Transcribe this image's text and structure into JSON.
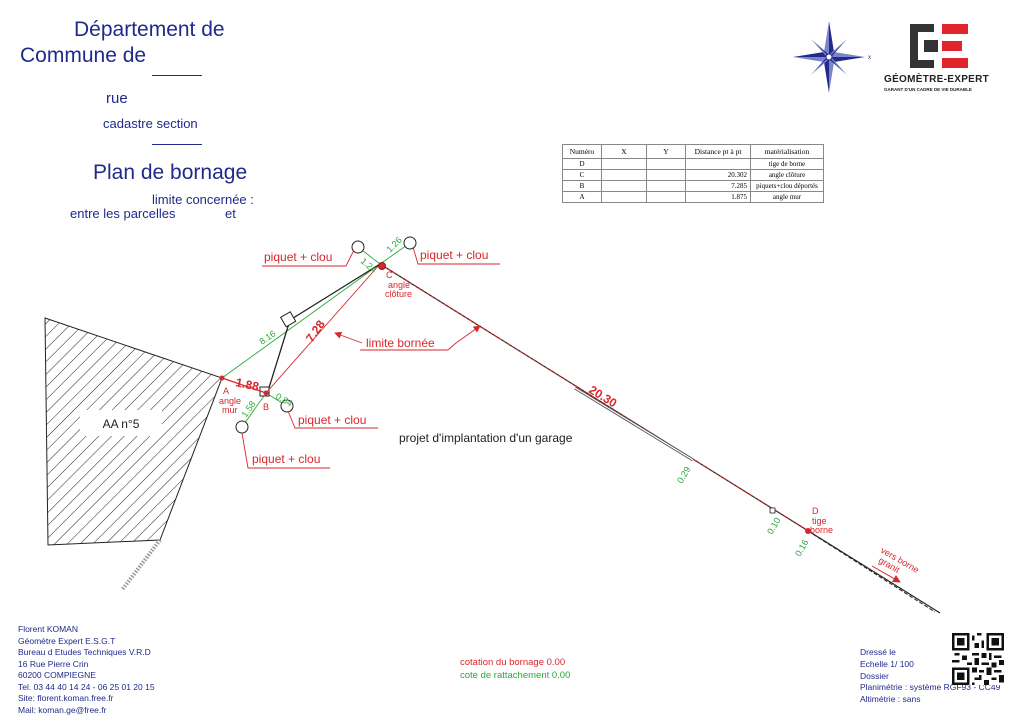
{
  "header": {
    "departement": "Département de",
    "commune": "Commune de",
    "rue": "rue",
    "cadastre": "cadastre section",
    "title": "Plan de bornage",
    "limite": "limite concernée :",
    "parcelles": "entre les parcelles",
    "et": "et"
  },
  "logo": {
    "name": "GÉOMÈTRE-EXPERT",
    "tagline": "GARANT D'UN CADRE DE VIE DURABLE"
  },
  "table": {
    "headers": [
      "Numéro",
      "X",
      "Y",
      "Distance pt à pt",
      "matérialisation"
    ],
    "rows": [
      {
        "num": "D",
        "x": "",
        "y": "",
        "dist": "",
        "mat": "tige de borne"
      },
      {
        "num": "C",
        "x": "",
        "y": "",
        "dist": "20.302",
        "mat": "angle clôture"
      },
      {
        "num": "B",
        "x": "",
        "y": "",
        "dist": "7.285",
        "mat": "piquets+clou déportés"
      },
      {
        "num": "A",
        "x": "",
        "y": "",
        "dist": "1.875",
        "mat": "angle mur"
      }
    ]
  },
  "plan": {
    "parcel": "AA n°5",
    "project": "projet d'implantation d'un garage",
    "limit_label": "limite bornée",
    "piquet_clou": "piquet + clou",
    "point_a": "A",
    "point_a_desc1": "angle",
    "point_a_desc2": "mur",
    "point_b": "B",
    "point_c": "C",
    "point_c_desc1": "angle",
    "point_c_desc2": "clôture",
    "point_d": "D",
    "point_d_desc1": "tige",
    "point_d_desc2": "borne",
    "vers_borne_1": "vers borne",
    "vers_borne_2": "granit",
    "dim_ab": "1.88",
    "dim_bc": "7.28",
    "dim_cd": "20.30",
    "g_816": "8.16",
    "g_124": "1.24",
    "g_126": "1.26",
    "g_084": "0.84",
    "g_158": "1.58",
    "g_029": "0.29",
    "g_010": "0.10",
    "g_016": "0.16"
  },
  "footer": {
    "name": "Florent  KOMAN",
    "title": "Géomètre Expert  E.S.G.T",
    "bureau": "Bureau d Etudes Techniques V.R.D",
    "street": "16 Rue Pierre Crin",
    "city": "60200 COMPIEGNE",
    "tel": "Tel. 03 44 40 14 24 - 06 25 01 20 15",
    "site": "Site: florent.koman.free.fr",
    "mail": "Mail: koman.ge@free.fr"
  },
  "legend": {
    "bornage": "cotation du bornage 0.00",
    "rattachement": "cote de rattachement 0.00"
  },
  "cartouche": {
    "dresse": "Dressé le",
    "echelle": "Echelle  1/ 100",
    "dossier": "Dossier",
    "planimetrie": "Planimétrie : système RGF93 - CC49",
    "altimetrie": "Altimétrie : sans"
  },
  "colors": {
    "blue": "#1f2a8c",
    "red": "#d8262b",
    "green": "#2aa838",
    "logo_red": "#e0262c"
  }
}
